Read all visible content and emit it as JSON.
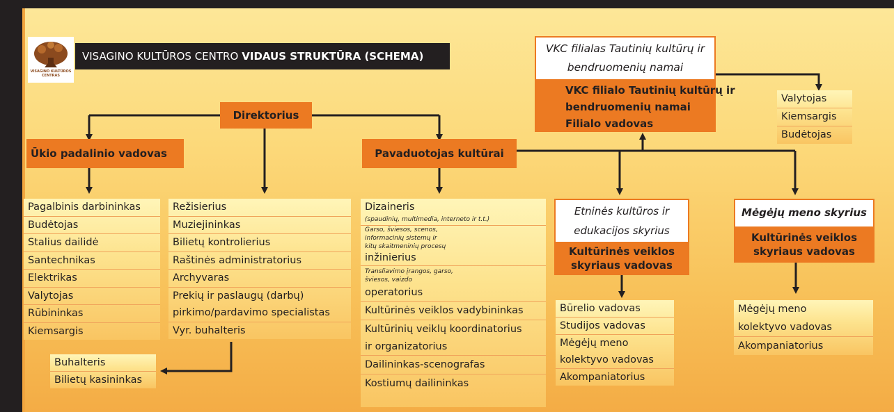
{
  "header": {
    "title_regular": "VISAGINO KULTŪROS CENTRO",
    "title_bold": "VIDAUS STRUKTŪRA (SCHEMA)",
    "logo_text": "VISAGINO KULTŪROS CENTRAS"
  },
  "director": {
    "label": "Direktorius"
  },
  "household": {
    "label": "Ūkio padalinio vadovas",
    "items": [
      "Pagalbinis darbininkas",
      "Budėtojas",
      "Stalius dailidė",
      "Santechnikas",
      "Elektrikas",
      "Valytojas",
      "Rūbininkas",
      "Kiemsargis"
    ]
  },
  "director_staff": {
    "items": [
      "Režisierius",
      "Muziejininkas",
      "Bilietų kontrolierius",
      "Raštinės administratorius",
      "Archyvaras",
      "Prekių ir paslaugų (darbų)",
      "pirkimo/pardavimo specialistas",
      "Vyr. buhalteris"
    ]
  },
  "accounting": {
    "items": [
      "Buhalteris",
      "Bilietų kasininkas"
    ]
  },
  "deputy": {
    "label": "Pavaduotojas kultūrai"
  },
  "culture_staff": {
    "designer": "Dizaineris",
    "designer_note": "(spaudinių, multimedia, interneto ir t.t.)",
    "engineer_note_1": "Garso, šviesos, scenos,",
    "engineer_note_2": "informacinių sistemų ir",
    "engineer_note_3": "kitų skaitmeninių procesų",
    "engineer": "inžinierius",
    "operator_note_1": "Transliavimo įrangos, garso,",
    "operator_note_2": "šviesos, vaizdo",
    "operator": "operatorius",
    "items": [
      "Kultūrinės veiklos vadybininkas",
      "Kultūrinių veiklų koordinatorius",
      "ir organizatorius",
      "Dailininkas-scenografas",
      "Kostiumų dailininkas"
    ]
  },
  "branch": {
    "title_1": "VKC filialas Tautinių kultūrų ir",
    "title_2": "bendruomenių namai",
    "head_1": "VKC filialo Tautinių kultūrų ir",
    "head_2": "bendruomenių namai",
    "head_3": "Filialo vadovas",
    "staff": [
      "Valytojas",
      "Kiemsargis",
      "Budėtojas"
    ]
  },
  "ethnic": {
    "title_1": "Etninės kultūros ir",
    "title_2": "edukacijos skyrius",
    "head_1": "Kultūrinės veiklos",
    "head_2": "skyriaus vadovas",
    "staff": [
      "Būrelio vadovas",
      "Studijos vadovas",
      "Mėgėjų meno",
      "kolektyvo vadovas",
      "Akompaniatorius"
    ]
  },
  "amateur": {
    "title": "Mėgėjų meno skyrius",
    "head_1": "Kultūrinės veiklos",
    "head_2": "skyriaus vadovas",
    "staff": [
      "Mėgėjų meno",
      "kolektyvo vadovas",
      "Akompaniatorius"
    ]
  },
  "colors": {
    "dark_box": "#ec7a22",
    "frame": "#231f20",
    "connector": "#231f20",
    "row_divider": "#f0a35a"
  }
}
